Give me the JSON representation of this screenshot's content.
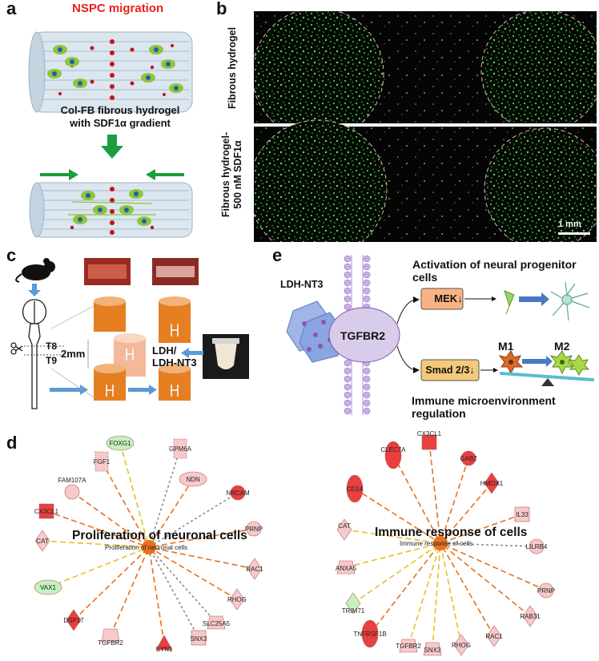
{
  "panels": {
    "a": {
      "label": "a",
      "title": "NSPC migration",
      "caption_line1": "Col-FB fibrous hydrogel",
      "caption_line2": "with SDF1α gradient",
      "colors": {
        "title": "#e8211c",
        "arrow": "#1a9e3f",
        "dot": "#c8101a",
        "fiber": "#dbe6ef",
        "cell": "#8fc43b"
      }
    },
    "b": {
      "label": "b",
      "row_labels": [
        "Fibrous hydrogel",
        "Fibrous hydrogel-\n500 nM SDF1α"
      ],
      "scale_bar": "1 mm"
    },
    "c": {
      "label": "c",
      "labels": {
        "gap": "2mm",
        "t8": "T8",
        "t9": "T9",
        "implant_line1": "LDH/",
        "implant_line2": "LDH-NT3"
      },
      "colors": {
        "segment": "#e67e22",
        "arrow": "#5b9bd5"
      }
    },
    "e": {
      "label": "e",
      "ldh": "LDH-NT3",
      "receptor": "TGFBR2",
      "mek": "MEK↓",
      "smad": "Smad 2/3↓",
      "activation": "Activation of neural progenitor cells",
      "m1": "M1",
      "m2": "M2",
      "immune": "Immune microenvironment regulation"
    },
    "d": {
      "label": "d",
      "network1": {
        "title": "Proliferation of neuronal cells",
        "center": "Proliferation of neuronal cells",
        "nodes": [
          {
            "name": "FOXG1",
            "color": "#c6f0c0"
          },
          {
            "name": "GPM6A",
            "color": "#f8c9c9"
          },
          {
            "name": "FGF1",
            "color": "#f8c9c9"
          },
          {
            "name": "NDN",
            "color": "#f8c9c9"
          },
          {
            "name": "FAM107A",
            "color": "#f8c9c9"
          },
          {
            "name": "NRCAM",
            "color": "#e84040"
          },
          {
            "name": "CX3CL1",
            "color": "#e84040"
          },
          {
            "name": "PRNP",
            "color": "#f8c9c9"
          },
          {
            "name": "CAT",
            "color": "#f8c9c9"
          },
          {
            "name": "RAC1",
            "color": "#f8c9c9"
          },
          {
            "name": "VAX1",
            "color": "#c6f0c0"
          },
          {
            "name": "RHOG",
            "color": "#f8c9c9"
          },
          {
            "name": "DSP17",
            "color": "#e84040"
          },
          {
            "name": "TGFBR2",
            "color": "#f8c9c9"
          },
          {
            "name": "SYN1",
            "color": "#e84040"
          },
          {
            "name": "SNX3",
            "color": "#f8c9c9"
          },
          {
            "name": "SLC25A5",
            "color": "#f8c9c9"
          }
        ]
      },
      "network2": {
        "title": "Immune response of cells",
        "center": "Immune response of cells",
        "nodes": [
          {
            "name": "CLEC7A",
            "color": "#e84040"
          },
          {
            "name": "CX3CL1",
            "color": "#e84040"
          },
          {
            "name": "GAB2",
            "color": "#e84040"
          },
          {
            "name": "HMOX1",
            "color": "#e84040"
          },
          {
            "name": "CD14",
            "color": "#e84040"
          },
          {
            "name": "IL33",
            "color": "#f8c9c9"
          },
          {
            "name": "CAT",
            "color": "#f8c9c9"
          },
          {
            "name": "LILRB4",
            "color": "#f8c9c9"
          },
          {
            "name": "ANXA5",
            "color": "#f8c9c9"
          },
          {
            "name": "PRNP",
            "color": "#f8c9c9"
          },
          {
            "name": "TRIM71",
            "color": "#c6f0c0"
          },
          {
            "name": "RAB31",
            "color": "#f8c9c9"
          },
          {
            "name": "TNFRSF1B",
            "color": "#e84040"
          },
          {
            "name": "RAC1",
            "color": "#f8c9c9"
          },
          {
            "name": "TGFBR2",
            "color": "#f8c9c9"
          },
          {
            "name": "SNX3",
            "color": "#f8c9c9"
          },
          {
            "name": "RHOG",
            "color": "#f8c9c9"
          }
        ]
      }
    }
  }
}
